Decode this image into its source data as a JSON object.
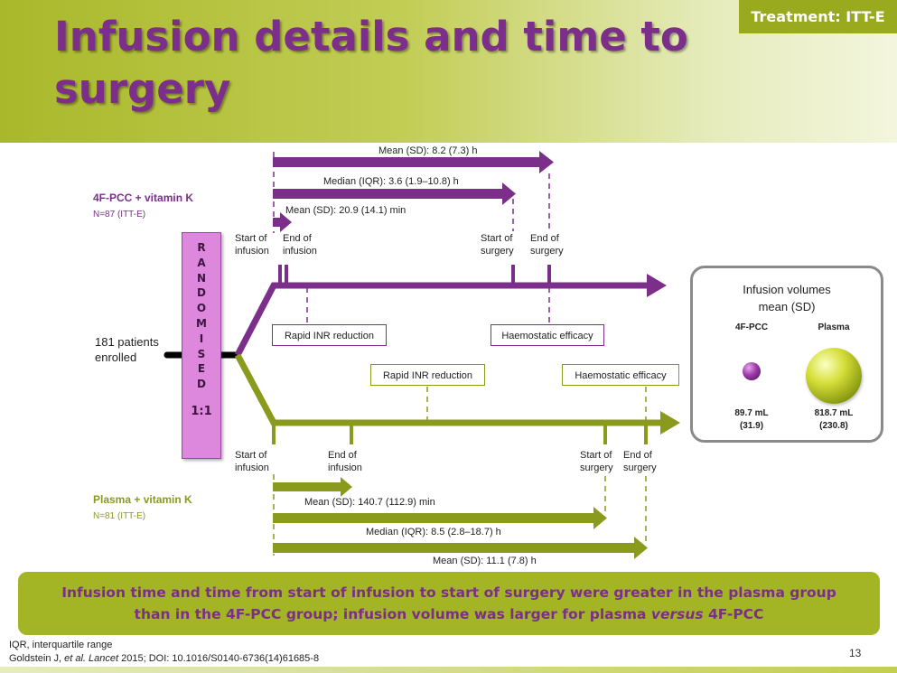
{
  "header": {
    "title": "Infusion details and time to surgery",
    "badge": "Treatment: ITT-E"
  },
  "enrolment": {
    "line1": "181 patients",
    "line2": "enrolled"
  },
  "randomised": {
    "letters": [
      "R",
      "A",
      "N",
      "D",
      "O",
      "M",
      "I",
      "S",
      "E",
      "D"
    ],
    "ratio": "1:1"
  },
  "groups": {
    "fpcc": {
      "name": "4F-PCC + vitamin K",
      "n": "N=87 (ITT-E)",
      "start_infusion": [
        "Start of",
        "infusion"
      ],
      "end_infusion": [
        "End of",
        "infusion"
      ],
      "start_surgery": [
        "Start of",
        "surgery"
      ],
      "end_surgery": [
        "End of",
        "surgery"
      ],
      "mean_total": "Mean (SD): 8.2 (7.3) h",
      "median_surgery": "Median (IQR): 3.6 (1.9–10.8) h",
      "mean_infusion": "Mean (SD): 20.9 (14.1) min",
      "rapid_inr": "Rapid INR reduction",
      "haemostatic": "Haemostatic efficacy"
    },
    "plasma": {
      "name": "Plasma + vitamin K",
      "n": "N=81 (ITT-E)",
      "start_infusion": [
        "Start of",
        "infusion"
      ],
      "end_infusion": [
        "End of",
        "infusion"
      ],
      "start_surgery": [
        "Start of",
        "surgery"
      ],
      "end_surgery": [
        "End of",
        "surgery"
      ],
      "mean_infusion": "Mean (SD): 140.7 (112.9) min",
      "median_surgery": "Median (IQR): 8.5 (2.8–18.7) h",
      "mean_total": "Mean (SD): 11.1 (7.8) h",
      "rapid_inr": "Rapid INR reduction",
      "haemostatic": "Haemostatic efficacy"
    }
  },
  "volumes": {
    "title_line1": "Infusion volumes",
    "title_line2": "mean (SD)",
    "col1": "4F-PCC",
    "col2": "Plasma",
    "val1": "89.7 mL",
    "sd1": "(31.9)",
    "val2": "818.7 mL",
    "sd2": "(230.8)"
  },
  "summary": {
    "line1": "Infusion time and time from start of infusion to start of surgery were greater in the plasma group",
    "line2_prefix": "than in the 4F-PCC group; infusion volume was larger for plasma ",
    "line2_italic": "versus",
    "line2_suffix": " 4F-PCC"
  },
  "footer": {
    "iqr": "IQR, interquartile range",
    "ref_author": "Goldstein J, ",
    "ref_etal": "et al. Lancet",
    "ref_rest": " 2015; DOI: 10.1016/S0140-6736(14)61685-8",
    "page": "13"
  },
  "colors": {
    "purple": "#7b2e8a",
    "olive": "#8a9a1c",
    "lavender": "#dd88dd"
  }
}
